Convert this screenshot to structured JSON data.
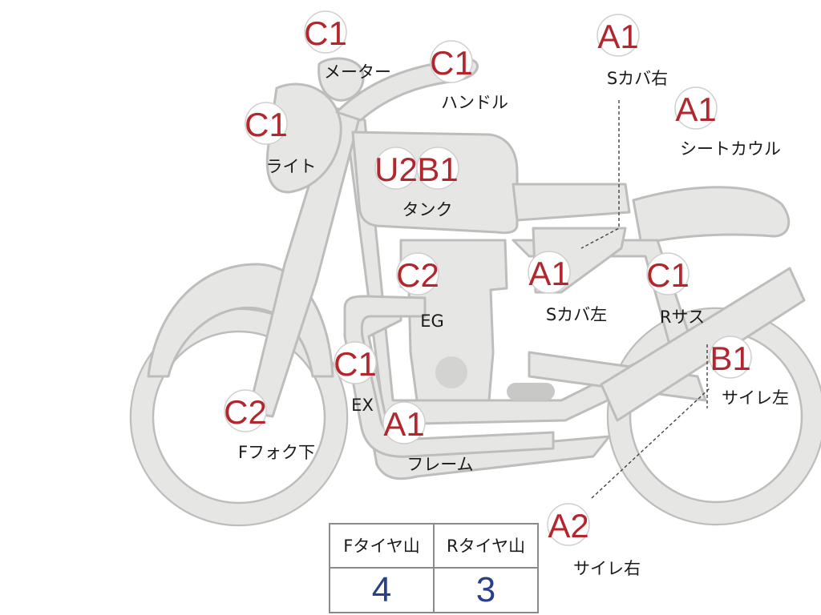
{
  "parts": [
    {
      "id": "meter",
      "grade": "C1",
      "label": "メーター"
    },
    {
      "id": "handle",
      "grade": "C1",
      "label": "ハンドル"
    },
    {
      "id": "light",
      "grade": "C1",
      "label": "ライト"
    },
    {
      "id": "tank",
      "grades": [
        "U2",
        "B1"
      ],
      "label": "タンク"
    },
    {
      "id": "s-cover-right",
      "grade": "A1",
      "label": "Sカバ右"
    },
    {
      "id": "seat-cowl",
      "grade": "A1",
      "label": "シートカウル"
    },
    {
      "id": "engine",
      "grade": "C2",
      "label": "EG"
    },
    {
      "id": "s-cover-left",
      "grade": "A1",
      "label": "Sカバ左"
    },
    {
      "id": "rear-suspension",
      "grade": "C1",
      "label": "Rサス"
    },
    {
      "id": "exhaust",
      "grade": "C1",
      "label": "EX"
    },
    {
      "id": "front-fork-lower",
      "grade": "C2",
      "label": "Fフォク下"
    },
    {
      "id": "frame",
      "grade": "A1",
      "label": "フレーム"
    },
    {
      "id": "silencer-left",
      "grade": "B1",
      "label": "サイレ左"
    },
    {
      "id": "silencer-right",
      "grade": "A2",
      "label": "サイレ右"
    }
  ],
  "tire_table": {
    "headers": [
      "Fタイヤ山",
      "Rタイヤ山"
    ],
    "values": [
      "4",
      "3"
    ]
  },
  "colors": {
    "grade": "#b2262d",
    "tread_value": "#2a3f8c",
    "body": "#e6e6e4",
    "outline": "#bdbdbb"
  }
}
